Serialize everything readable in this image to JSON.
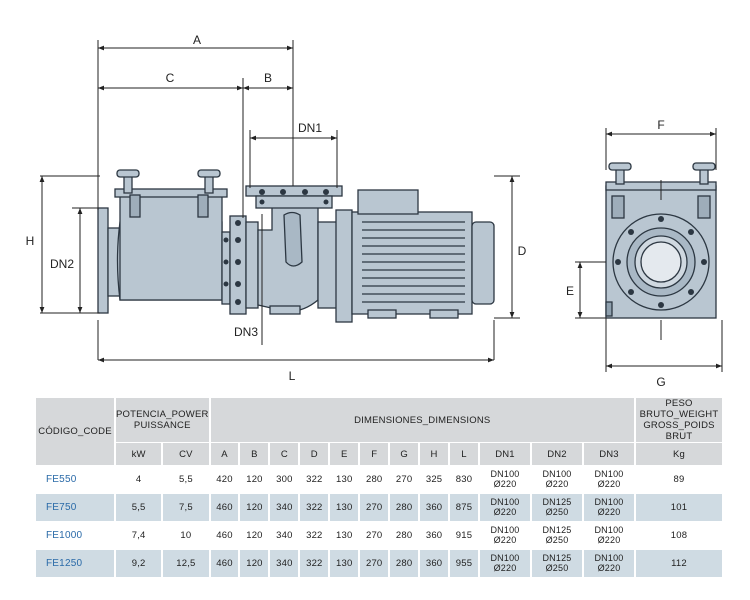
{
  "dimension_labels": {
    "A": "A",
    "B": "B",
    "C": "C",
    "D": "D",
    "E": "E",
    "F": "F",
    "G": "G",
    "H": "H",
    "L": "L",
    "DN1": "DN1",
    "DN2": "DN2",
    "DN3": "DN3"
  },
  "table": {
    "header": {
      "code": "CÓDIGO_CODE",
      "power_line1": "POTENCIA_POWER",
      "power_line2": "PUISSANCE",
      "dimensions": "DIMENSIONES_DIMENSIONS",
      "weight_line1": "PESO BRUTO_WEIGHT",
      "weight_line2": "GROSS_POIDS BRUT"
    },
    "subheader": [
      "kW",
      "CV",
      "A",
      "B",
      "C",
      "D",
      "E",
      "F",
      "G",
      "H",
      "L",
      "DN1",
      "DN2",
      "DN3",
      "Kg"
    ],
    "rows": [
      {
        "code": "FE550",
        "kw": "4",
        "cv": "5,5",
        "A": "420",
        "B": "120",
        "C": "300",
        "D": "322",
        "E": "130",
        "F": "280",
        "G": "270",
        "H": "325",
        "L": "830",
        "DN1": [
          "DN100",
          "Ø220"
        ],
        "DN2": [
          "DN100",
          "Ø220"
        ],
        "DN3": [
          "DN100",
          "Ø220"
        ],
        "kg": "89"
      },
      {
        "code": "FE750",
        "kw": "5,5",
        "cv": "7,5",
        "A": "460",
        "B": "120",
        "C": "340",
        "D": "322",
        "E": "130",
        "F": "270",
        "G": "280",
        "H": "360",
        "L": "875",
        "DN1": [
          "DN100",
          "Ø220"
        ],
        "DN2": [
          "DN125",
          "Ø250"
        ],
        "DN3": [
          "DN100",
          "Ø220"
        ],
        "kg": "101"
      },
      {
        "code": "FE1000",
        "kw": "7,4",
        "cv": "10",
        "A": "460",
        "B": "120",
        "C": "340",
        "D": "322",
        "E": "130",
        "F": "270",
        "G": "280",
        "H": "360",
        "L": "915",
        "DN1": [
          "DN100",
          "Ø220"
        ],
        "DN2": [
          "DN125",
          "Ø250"
        ],
        "DN3": [
          "DN100",
          "Ø220"
        ],
        "kg": "108"
      },
      {
        "code": "FE1250",
        "kw": "9,2",
        "cv": "12,5",
        "A": "460",
        "B": "120",
        "C": "340",
        "D": "322",
        "E": "130",
        "F": "270",
        "G": "280",
        "H": "360",
        "L": "955",
        "DN1": [
          "DN100",
          "Ø220"
        ],
        "DN2": [
          "DN125",
          "Ø250"
        ],
        "DN3": [
          "DN100",
          "Ø220"
        ],
        "kg": "112"
      }
    ]
  },
  "colors": {
    "body": "#b9c6d1",
    "body_dark": "#8fa0ae",
    "outline": "#2c3742",
    "row_alt": "#cfdbe3",
    "header": "#d6d8da",
    "code_text": "#2a6aa8"
  }
}
